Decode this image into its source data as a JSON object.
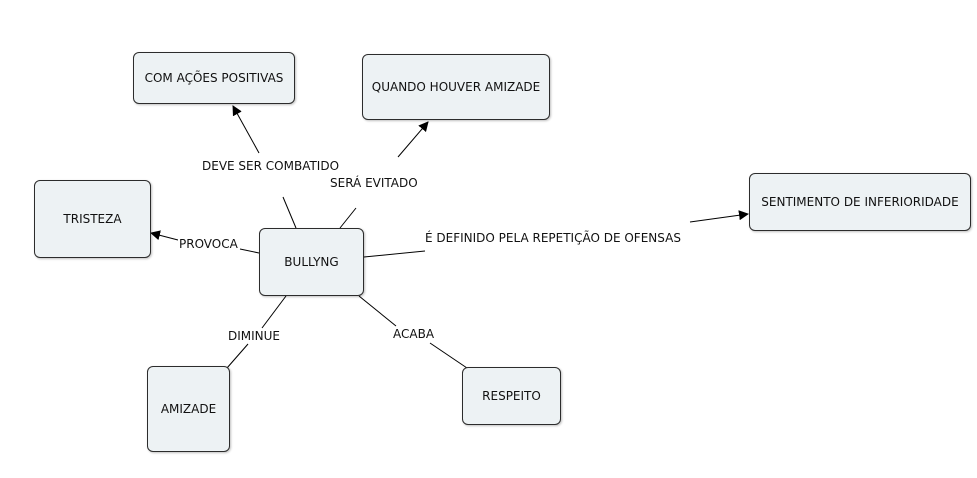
{
  "concept_map": {
    "nodes": {
      "bullying": "BULLYNG",
      "com_acoes": "COM AÇÕES POSITIVAS",
      "quando_amizade": "QUANDO HOUVER AMIZADE",
      "sentimento": "SENTIMENTO DE INFERIORIDADE",
      "tristeza": "TRISTEZA",
      "amizade": "AMIZADE",
      "respeito": "RESPEITO"
    },
    "links": {
      "deve_ser_combatido": "DEVE SER COMBATIDO",
      "sera_evitado": "SERÁ EVITADO",
      "e_definido": "É DEFINIDO PELA REPETIÇÃO DE OFENSAS",
      "provoca": "PROVOCA",
      "diminue": "DIMINUE",
      "acaba": "ACABA"
    }
  }
}
